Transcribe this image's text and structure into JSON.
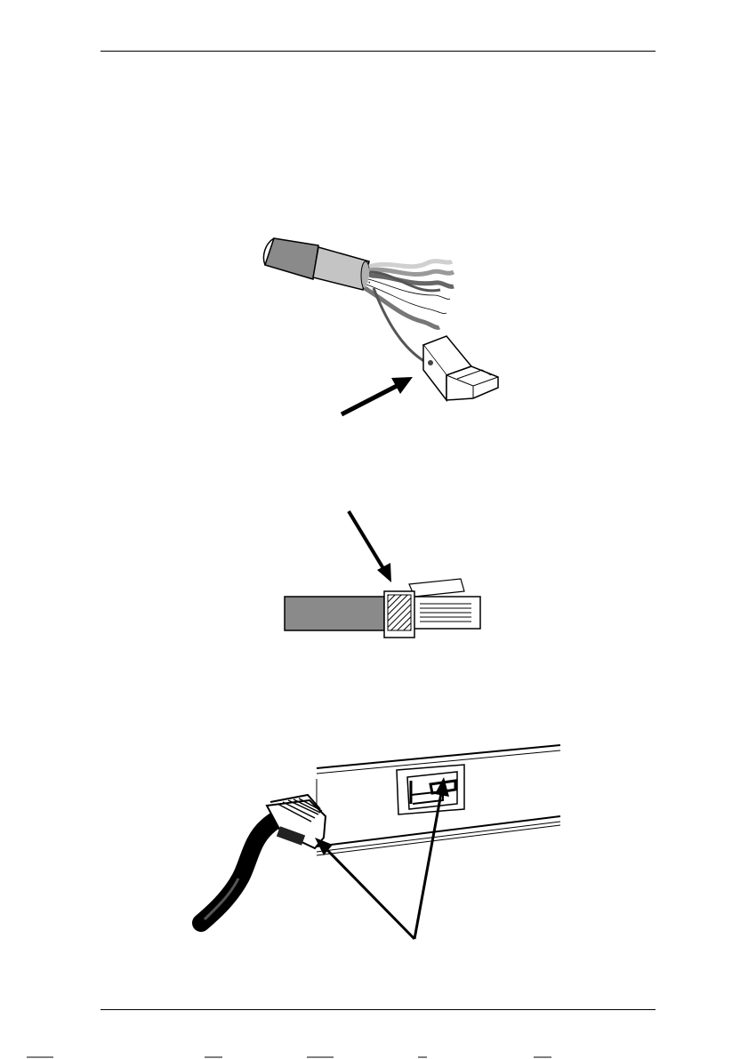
{
  "page": {
    "header_rule": true,
    "footer_rule": true
  },
  "figures": [
    {
      "name": "cable-drain-wire-figure",
      "icon": "stripped-cable-with-plug"
    },
    {
      "name": "crimp-ferrule-figure",
      "icon": "crimped-shielded-plug"
    },
    {
      "name": "plug-into-port-figure",
      "icon": "cable-plug-into-rj45-port"
    }
  ],
  "colors": {
    "ink": "#000000",
    "jacket": "#8a8a8a",
    "shield": "#c4c4c4",
    "wire_dark": "#707070",
    "wire_light": "#d0d0d0"
  }
}
